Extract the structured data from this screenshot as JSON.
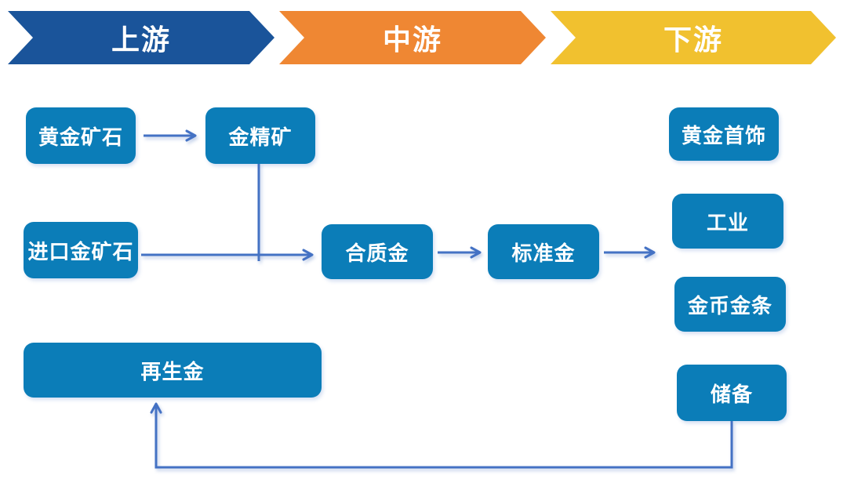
{
  "banners": {
    "upstream": "上游",
    "midstream": "中游",
    "downstream": "下游"
  },
  "nodes": {
    "gold_ore": "黄金矿石",
    "gold_concentrate": "金精矿",
    "imported_gold_ore": "进口金矿石",
    "alloy_gold": "合质金",
    "standard_gold": "标准金",
    "gold_jewelry": "黄金首饰",
    "industry": "工业",
    "gold_coins_bars": "金币金条",
    "reserves": "储备",
    "recycled_gold": "再生金"
  },
  "connections": [
    {
      "from": "gold_ore",
      "to": "gold_concentrate"
    },
    {
      "from": "gold_concentrate",
      "to": "alloy_gold"
    },
    {
      "from": "imported_gold_ore",
      "to": "alloy_gold"
    },
    {
      "from": "alloy_gold",
      "to": "standard_gold"
    },
    {
      "from": "standard_gold",
      "to": "downstream_uses"
    },
    {
      "from": "reserves",
      "to": "recycled_gold"
    }
  ],
  "colors": {
    "banner_upstream": "#1A549A",
    "banner_midstream": "#EF8733",
    "banner_downstream": "#F1C12F",
    "node_fill": "#0B7DB8",
    "connector": "#4472C4",
    "text": "#FFFFFF",
    "background": "#FFFFFF"
  }
}
